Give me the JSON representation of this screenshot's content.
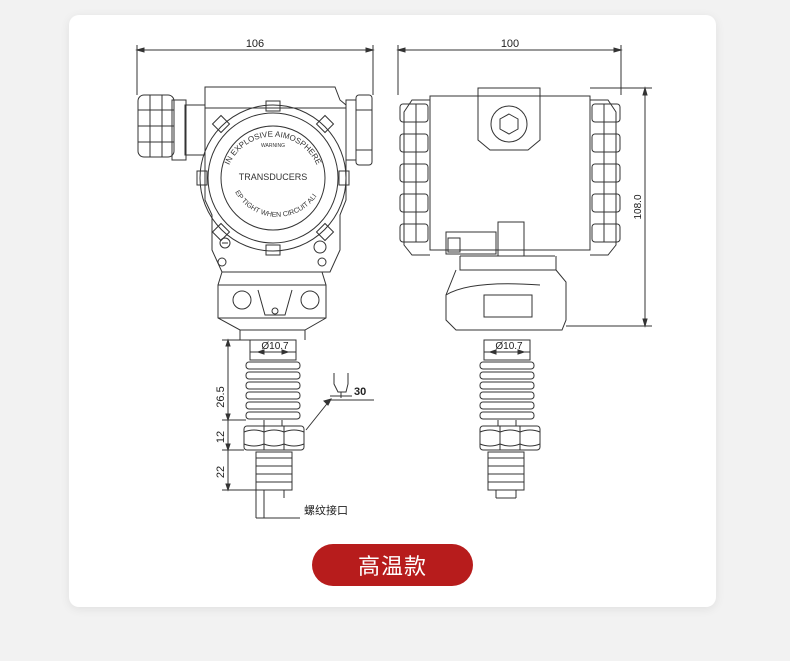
{
  "dimensions": {
    "front_width": "106",
    "side_width": "100",
    "side_height": "108.0",
    "fin_length": "26.5",
    "hex_length": "12",
    "thread_length": "22",
    "stem_diameter_front": "Ø10.7",
    "stem_diameter_side": "Ø10.7",
    "wrench_size": "30"
  },
  "labels": {
    "thread_port": "螺纹接口"
  },
  "cover_text": {
    "top_arc": "IN EXPLOSIVE AIMOSPHERE",
    "warning": "WARNING",
    "brand": "TRANSDUCERS",
    "bottom_arc": "KEEP TIGHT WHEN CIRCUIT ALIVE"
  },
  "caption": "高温款",
  "colors": {
    "caption_bg": "#b71c1c",
    "line": "#333333"
  }
}
